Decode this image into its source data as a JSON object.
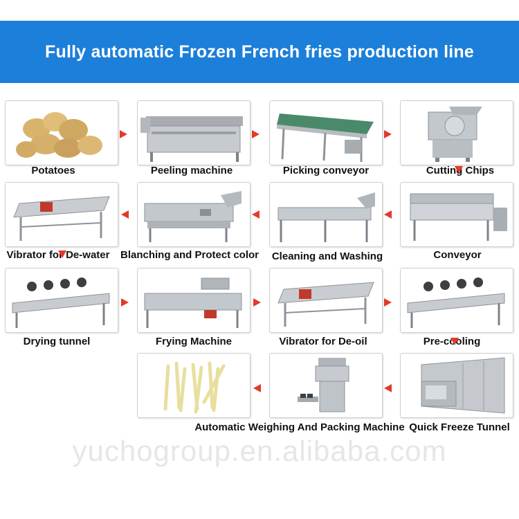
{
  "banner": {
    "title": "Fully automatic Frozen French fries production line"
  },
  "steps": [
    {
      "label": "Potatoes"
    },
    {
      "label": "Peeling machine"
    },
    {
      "label": "Picking conveyor"
    },
    {
      "label": "Cutting Chips"
    },
    {
      "label": "Conveyor"
    },
    {
      "label": "Cleaning and Washing"
    },
    {
      "label": "Blanching and Protect color"
    },
    {
      "label": "Vibrator for De-water"
    },
    {
      "label": "Drying tunnel"
    },
    {
      "label": "Frying Machine"
    },
    {
      "label": "Vibrator for De-oil"
    },
    {
      "label": "Pre-cooling"
    },
    {
      "label": "Quick Freeze Tunnel"
    },
    {
      "label": "Automatic Weighing And Packing Machine"
    },
    {
      "label": ""
    }
  ],
  "watermark": "yuchogroup.en.alibaba.com",
  "colors": {
    "banner": "#1c7fd9",
    "arrow": "#e23a2a"
  }
}
